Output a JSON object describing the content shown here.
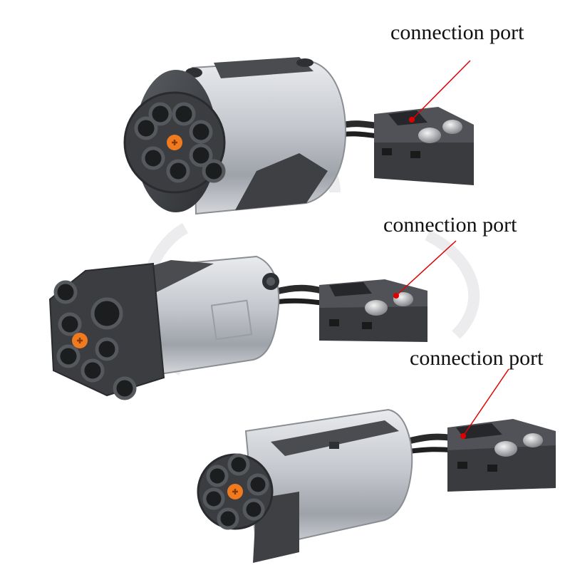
{
  "labels": {
    "port_top": "connection port",
    "port_middle": "connection port",
    "port_bottom": "connection port"
  },
  "colors": {
    "background": "#ffffff",
    "motor_dark": "#3b3d41",
    "motor_shell": "#b9bcc2",
    "motor_shell_light": "#e6e8ec",
    "axle_orange": "#f07a1e",
    "pointer_line": "#e00000",
    "cable": "#2a2a2a",
    "watermark": "#c9c9cf"
  }
}
